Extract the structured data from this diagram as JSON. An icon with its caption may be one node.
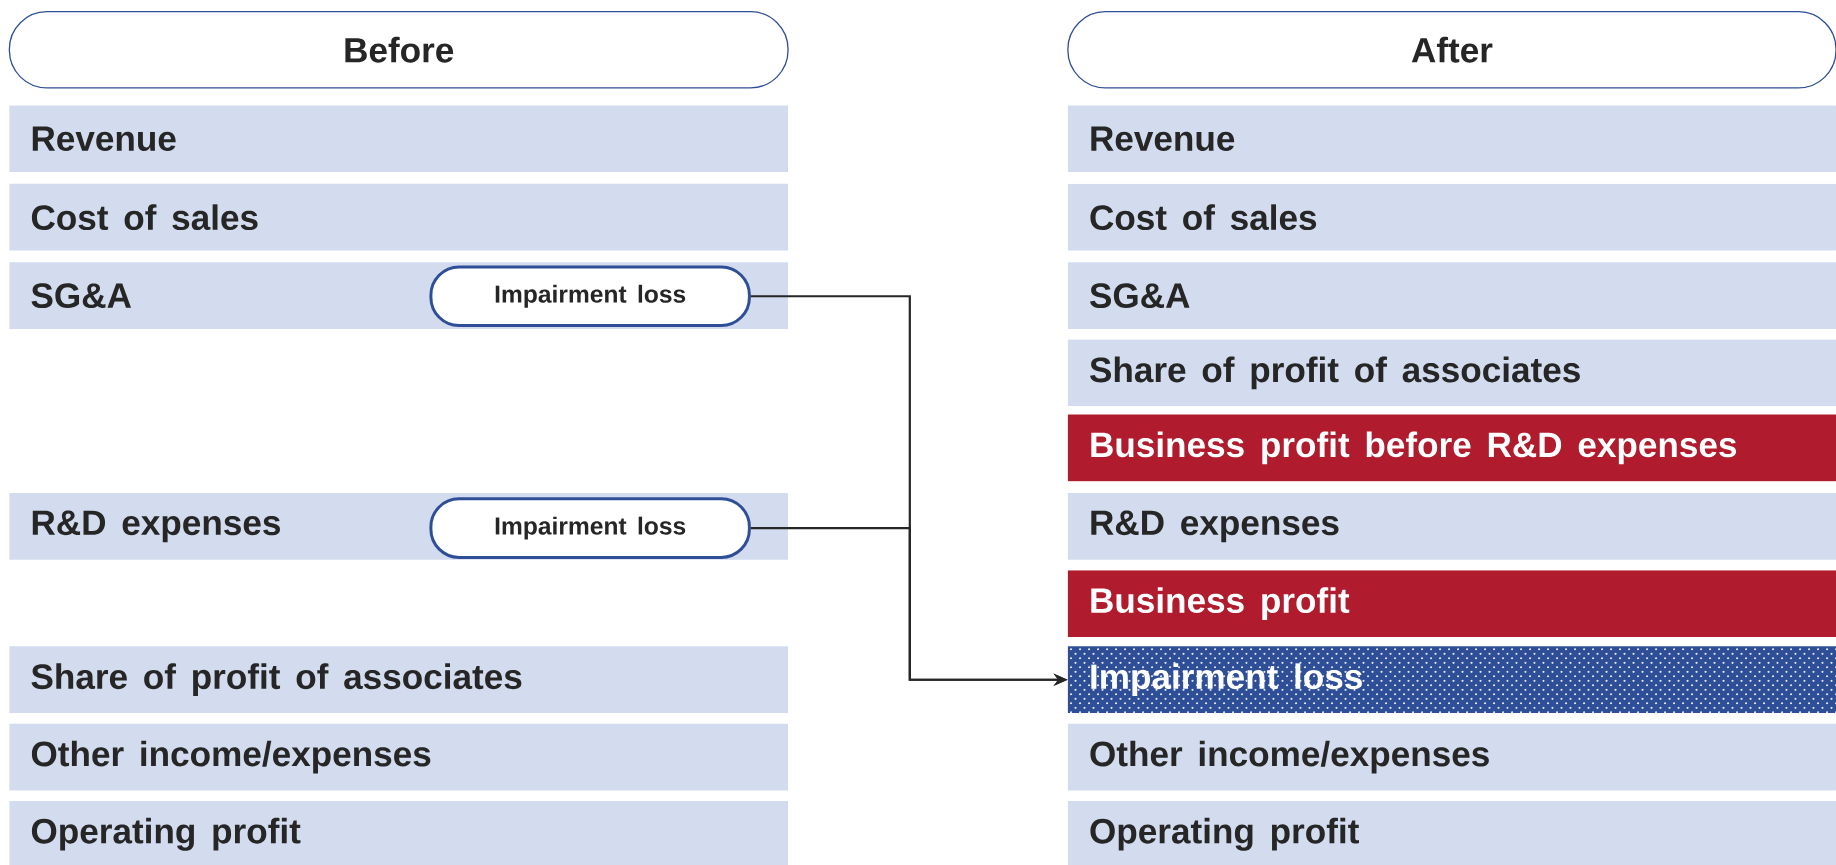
{
  "diagram": {
    "nodes": [
      {
        "text": [
          "Before"
        ]
      },
      {
        "text": [
          "Revenue"
        ]
      },
      {
        "text": [
          "Cost of sales"
        ]
      },
      {
        "text": [
          "SG&A"
        ]
      },
      {
        "text": [
          "Impairment loss"
        ],
        "in": 3
      },
      {
        "text": [
          "R&D expenses"
        ]
      },
      {
        "text": [
          "Impairment loss"
        ],
        "in": 5
      },
      {
        "text": [
          "Share of profit of associates"
        ]
      },
      {
        "text": [
          "Other income/expenses"
        ]
      },
      {
        "text": [
          "Operating profit"
        ]
      },
      {
        "text": [
          "After"
        ]
      },
      {
        "text": [
          "Revenue"
        ]
      },
      {
        "text": [
          "Cost of sales"
        ]
      },
      {
        "text": [
          "SG&A"
        ]
      },
      {
        "text": [
          "Share of profit of associates"
        ]
      },
      {
        "text": [
          "Business profit before R&D expenses"
        ]
      },
      {
        "text": [
          "R&D expenses"
        ]
      },
      {
        "text": [
          "Business profit"
        ]
      },
      {
        "text": [
          "Impairment loss"
        ]
      },
      {
        "text": [
          "Other income/expenses"
        ]
      },
      {
        "text": [
          "Operating profit"
        ]
      }
    ],
    "edges": [
      {
        "from": 4,
        "to": 18,
        "arrow": "to"
      },
      {
        "from": 6,
        "to": 18,
        "arrow": "to"
      }
    ]
  }
}
